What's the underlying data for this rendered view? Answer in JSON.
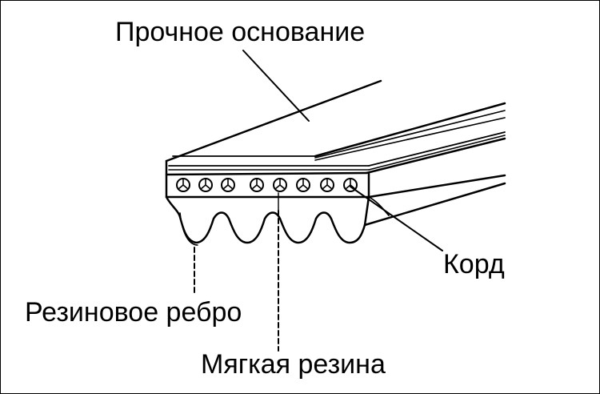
{
  "labels": {
    "strong_base": "Прочное основание",
    "cord": "Корд",
    "rubber_rib": "Резиновое ребро",
    "soft_rubber": "Мягкая резина"
  },
  "colors": {
    "line": "#000000",
    "background": "#ffffff"
  }
}
